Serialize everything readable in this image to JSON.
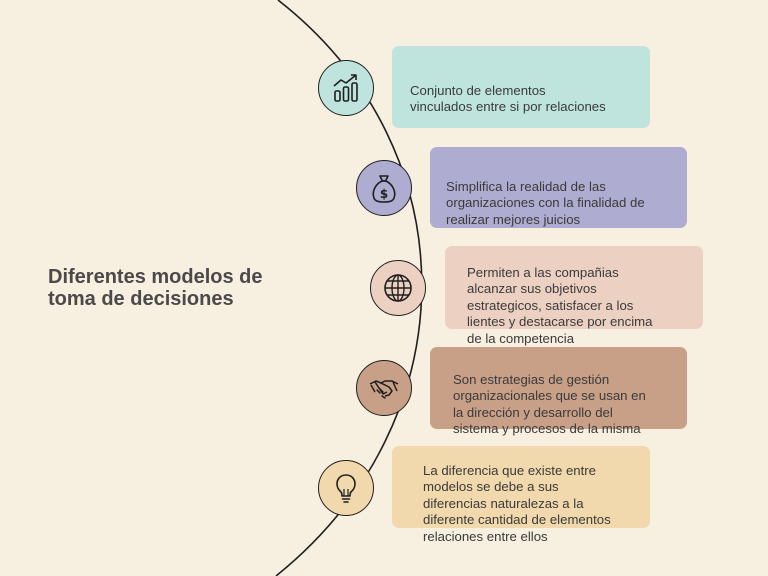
{
  "title": "Diferentes modelos de\ntoma de decisiones",
  "items": [
    {
      "text": "Conjunto de elementos\nvinculados entre si por relaciones",
      "icon": "growth-chart-icon",
      "node_color": "#bfe4dd",
      "card_color": "#bfe4dd"
    },
    {
      "text": "Simplifica la realidad de las\norganizaciones con la finalidad de\nrealizar mejores juicios",
      "icon": "money-bag-icon",
      "node_color": "#aeacd0",
      "card_color": "#aeacd0"
    },
    {
      "text": "Permiten a las compañias\nalcanzar sus objetivos\nestrategicos, satisfacer a los\nlientes y destacarse por encima\nde la competencia",
      "icon": "globe-icon",
      "node_color": "#ecd1c3",
      "card_color": "#ecd1c3"
    },
    {
      "text": "Son estrategias de gestión\norganizacionales que se usan en\nla dirección y desarrollo del\nsistema  y procesos de la misma",
      "icon": "handshake-icon",
      "node_color": "#c8a088",
      "card_color": "#c8a088"
    },
    {
      "text": "La diferencia que existe entre\nmodelos se debe a sus\ndiferencias naturalezas a la\ndiferente cantidad de elementos\n relaciones entre ellos",
      "icon": "lightbulb-icon",
      "node_color": "#f1d9ad",
      "card_color": "#f1d9ad"
    }
  ]
}
